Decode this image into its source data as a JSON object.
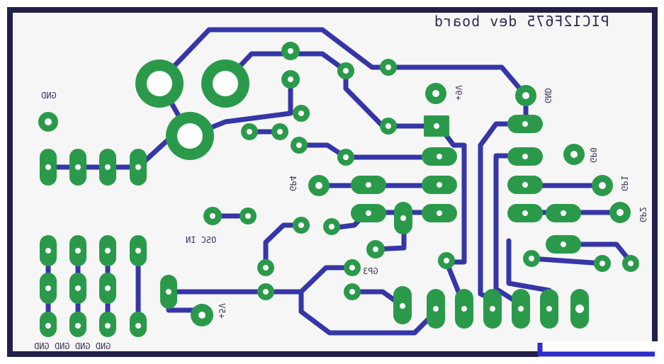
{
  "board": {
    "title": "PIC12F675 dev board",
    "colors": {
      "trace": "#3333aa",
      "pad": "#2a9a4a",
      "drill": "#ffffff",
      "outline": "#20204a"
    }
  },
  "labels": {
    "gnd_left": "GND",
    "gnd_right": "GND",
    "vpos_top": "+9V",
    "vpos_bottom": "+5V",
    "gp0": "GP0",
    "gp1": "GP1",
    "gp2": "GP2",
    "gp3": "GP3",
    "gp4": "GP4",
    "osc_in": "OSC IN",
    "gnd_bottom": "GND GND GND GND"
  }
}
